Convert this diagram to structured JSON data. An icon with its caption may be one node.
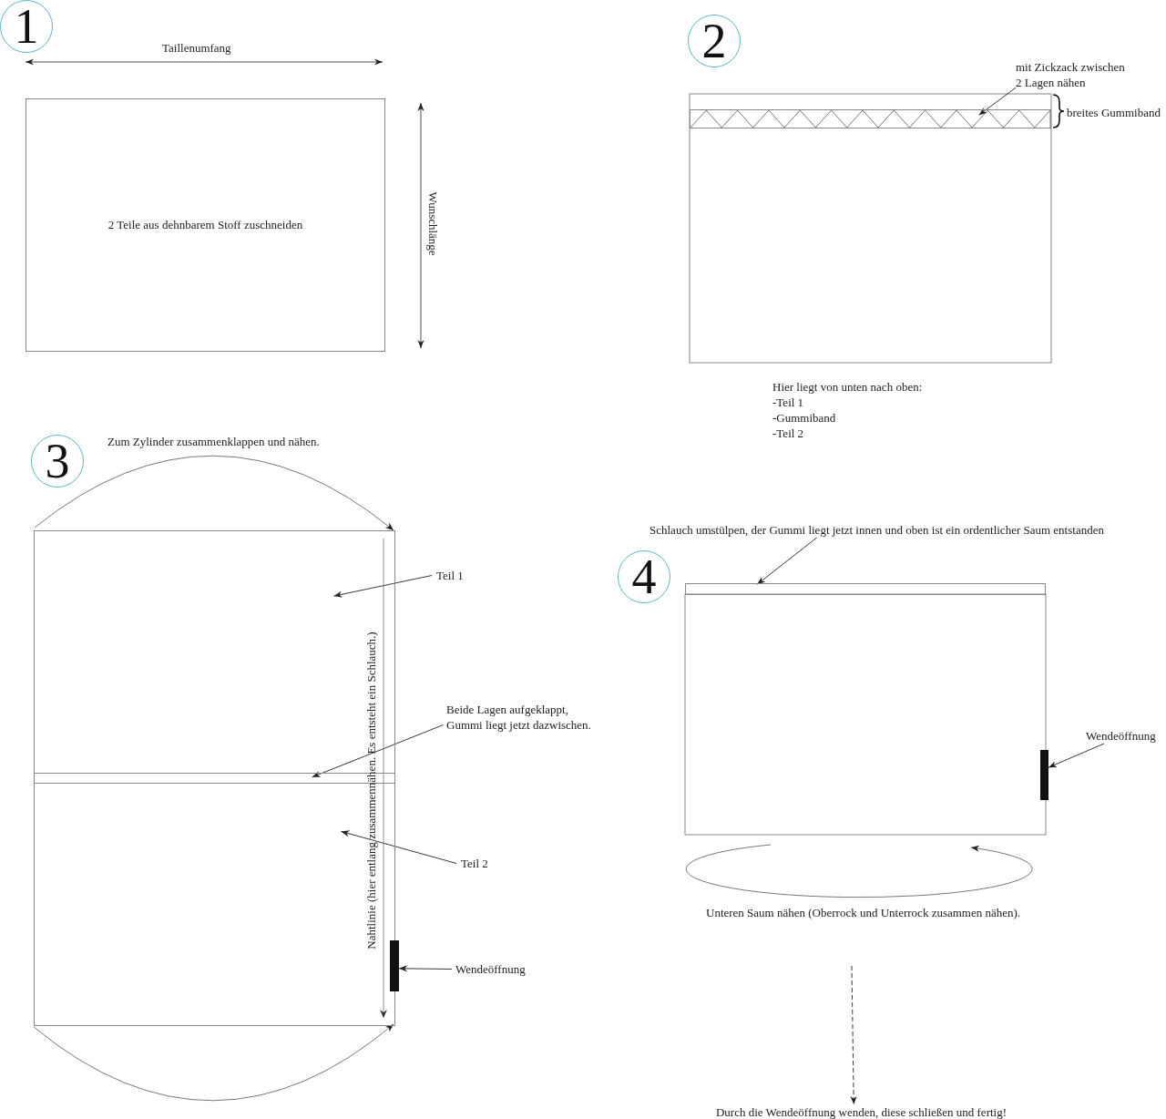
{
  "diagram": {
    "nodes": [
      {
        "text": [
          "1"
        ]
      },
      {
        "text": [
          "2 Teile aus dehnbarem Stoff zuschneiden"
        ]
      },
      {
        "text": [
          "2"
        ]
      },
      {
        "text": [
          "mit Zickzack zwischen 2 Lagen nähen"
        ]
      },
      {
        "text": [],
        "shape": "box"
      },
      {
        "text": [
          "3"
        ]
      },
      {
        "text": [
          "Teil 1"
        ]
      },
      {
        "text": [],
        "shape": "box"
      },
      {
        "text": [
          "Beide Lagen aufgeklappt, Gummi liegt jetzt dazwischen."
        ]
      },
      {
        "text": [],
        "shape": "box"
      },
      {
        "text": [
          "Teil 2"
        ]
      },
      {
        "text": [],
        "shape": "box"
      },
      {
        "text": [
          "Wendeöffnung"
        ]
      },
      {
        "text": [],
        "shape": "bar"
      },
      {
        "text": [
          "4"
        ]
      },
      {
        "text": [
          "Schlauch umstülpen, der Gummi liegt jetzt innen und oben ist ein ordentlicher Saum entstanden"
        ]
      },
      {
        "text": [],
        "shape": "box"
      },
      {
        "text": [
          "Wendeöffnung"
        ]
      },
      {
        "text": [],
        "shape": "bar"
      },
      {
        "text": [
          "Durch die Wendeöffnung wenden, diese schließen und fertig!"
        ]
      }
    ],
    "edges": [
      {
        "from": 3,
        "to": 4,
        "arrow": "to"
      },
      {
        "from": 6,
        "to": 7,
        "arrow": "to"
      },
      {
        "from": 8,
        "to": 9,
        "arrow": "to"
      },
      {
        "from": 10,
        "to": 11,
        "arrow": "to"
      },
      {
        "from": 12,
        "to": 13,
        "arrow": "to"
      },
      {
        "from": 15,
        "to": 16,
        "arrow": "to"
      },
      {
        "from": 17,
        "to": 18,
        "arrow": "to"
      },
      {
        "from": null,
        "to": 19,
        "arrow": "to",
        "style": "dashed"
      }
    ],
    "labels": [
      "Taillenumfang",
      "Wunschlänge",
      "breites Gummiband",
      "Hier liegt von unten nach oben:",
      "-Teil 1",
      "-Gummiband",
      "-Teil 2",
      "Zum Zylinder zusammenklappen und nähen.",
      "Nahtlinie (hier entlang zusammennähen. Es entsteht ein Schlauch.)",
      "Unteren Saum nähen (Oberrock und Unterrock zusammen nähen)."
    ]
  }
}
